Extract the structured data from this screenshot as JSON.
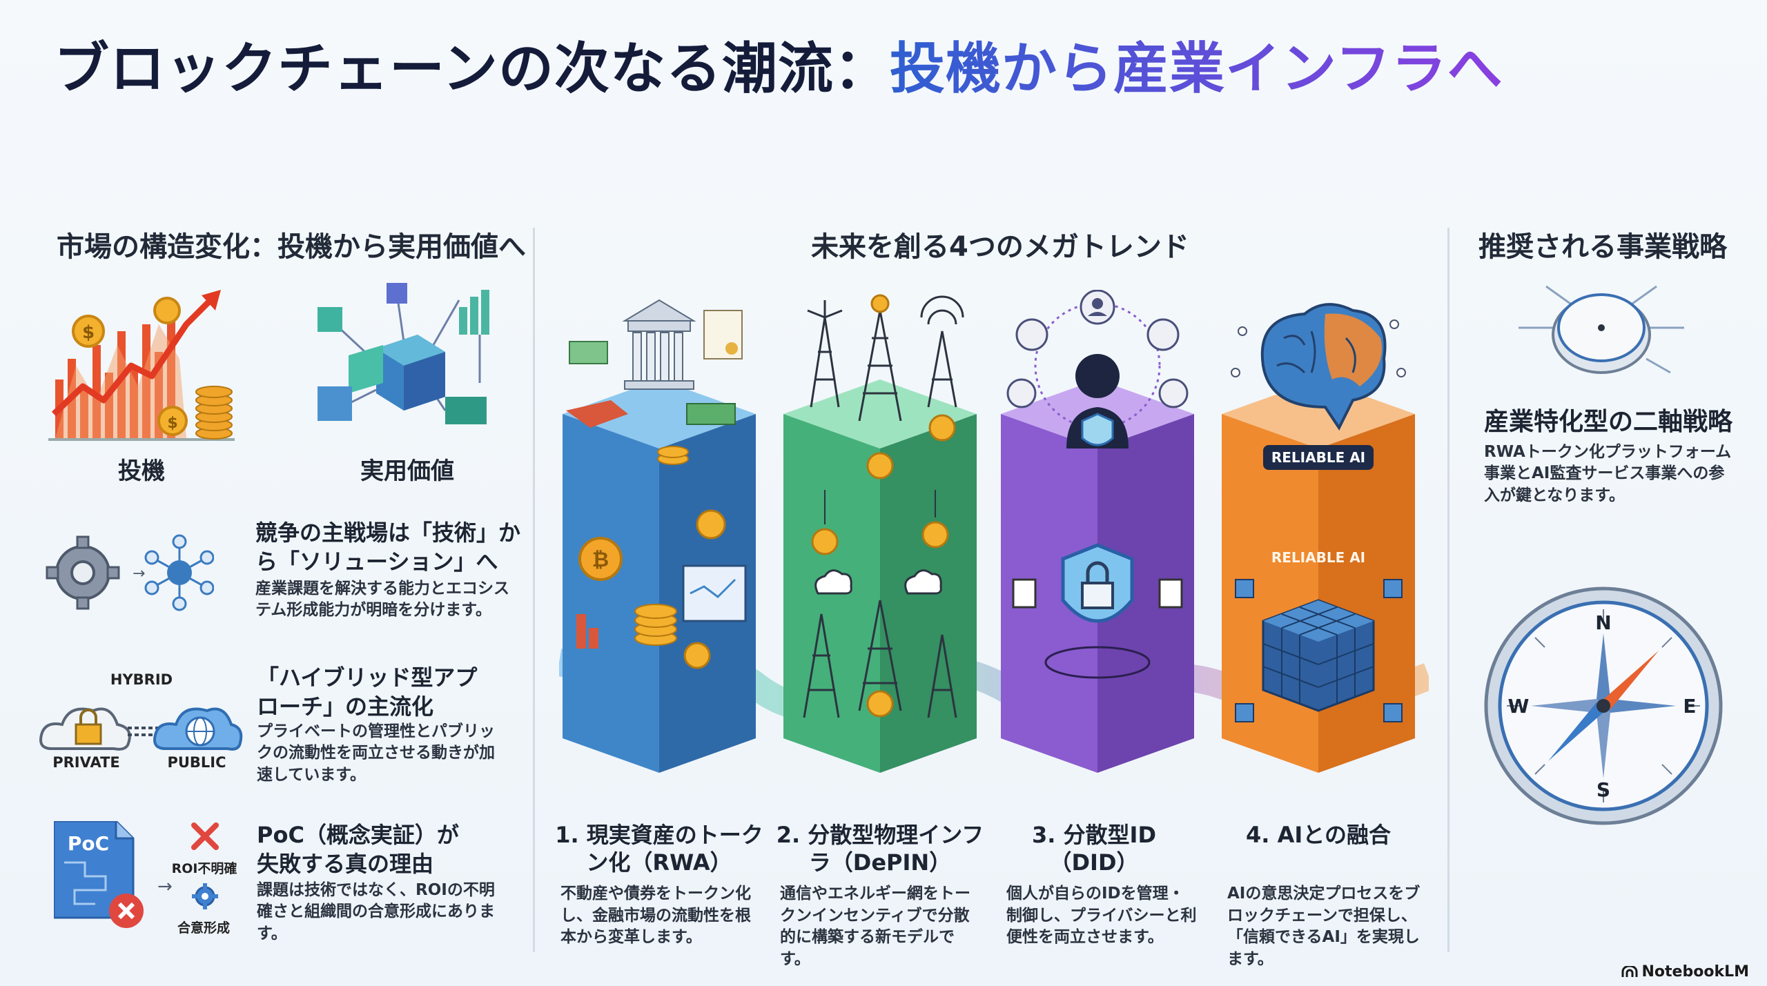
{
  "title": {
    "main": "ブロックチェーンの次なる潮流：",
    "accent": "投機から産業インフラへ"
  },
  "left": {
    "heading": "市場の構造変化：投機から実用価値へ",
    "speculation_label": "投機",
    "utility_label": "実用価値",
    "items": [
      {
        "title": "競争の主戦場は「技術」から「ソリューション」へ",
        "desc": "産業課題を解決する能力とエコシステム形成能力が明暗を分けます。"
      },
      {
        "title": "「ハイブリッド型アプローチ」の主流化",
        "desc": "プライベートの管理性とパブリックの流動性を両立させる動きが加速しています。",
        "hybrid": "HYBRID",
        "private": "PRIVATE",
        "public": "PUBLIC"
      },
      {
        "title": "PoC（概念実証）が失敗する真の理由",
        "desc": "課題は技術ではなく、ROIの不明確さと組織間の合意形成にあります。",
        "poc": "PoC",
        "roi": "ROI不明確",
        "consensus": "合意形成"
      }
    ]
  },
  "center": {
    "heading": "未来を創る4つのメガトレンド",
    "pillars": [
      {
        "title": "1. 現実資産のトークン化（RWA）",
        "desc": "不動産や債券をトークン化し、金融市場の流動性を根本から変革します。",
        "color": "#3f86c8"
      },
      {
        "title": "2. 分散型物理インフラ（DePIN）",
        "desc": "通信やエネルギー網をトークンインセンティブで分散的に構築する新モデルです。",
        "color": "#45b07a"
      },
      {
        "title": "3. 分散型ID（DID）",
        "desc": "個人が自らのIDを管理・制御し、プライバシーと利便性を両立させます。",
        "color": "#8a5ccf"
      },
      {
        "title": "4. AIとの融合",
        "desc": "AIの意思決定プロセスをブロックチェーンで担保し、「信頼できるAI」を実現します。",
        "color": "#ef8a2f",
        "badge": "RELIABLE AI"
      }
    ]
  },
  "right": {
    "heading": "推奨される事業戦略",
    "strategy_title": "産業特化型の二軸戦略",
    "strategy_desc": "RWAトークン化プラットフォーム事業とAI監査サービス事業への参入が鍵となります。",
    "compass": {
      "n": "N",
      "s": "S",
      "e": "E",
      "w": "W"
    }
  },
  "footer": {
    "logo": "NotebookLM"
  }
}
